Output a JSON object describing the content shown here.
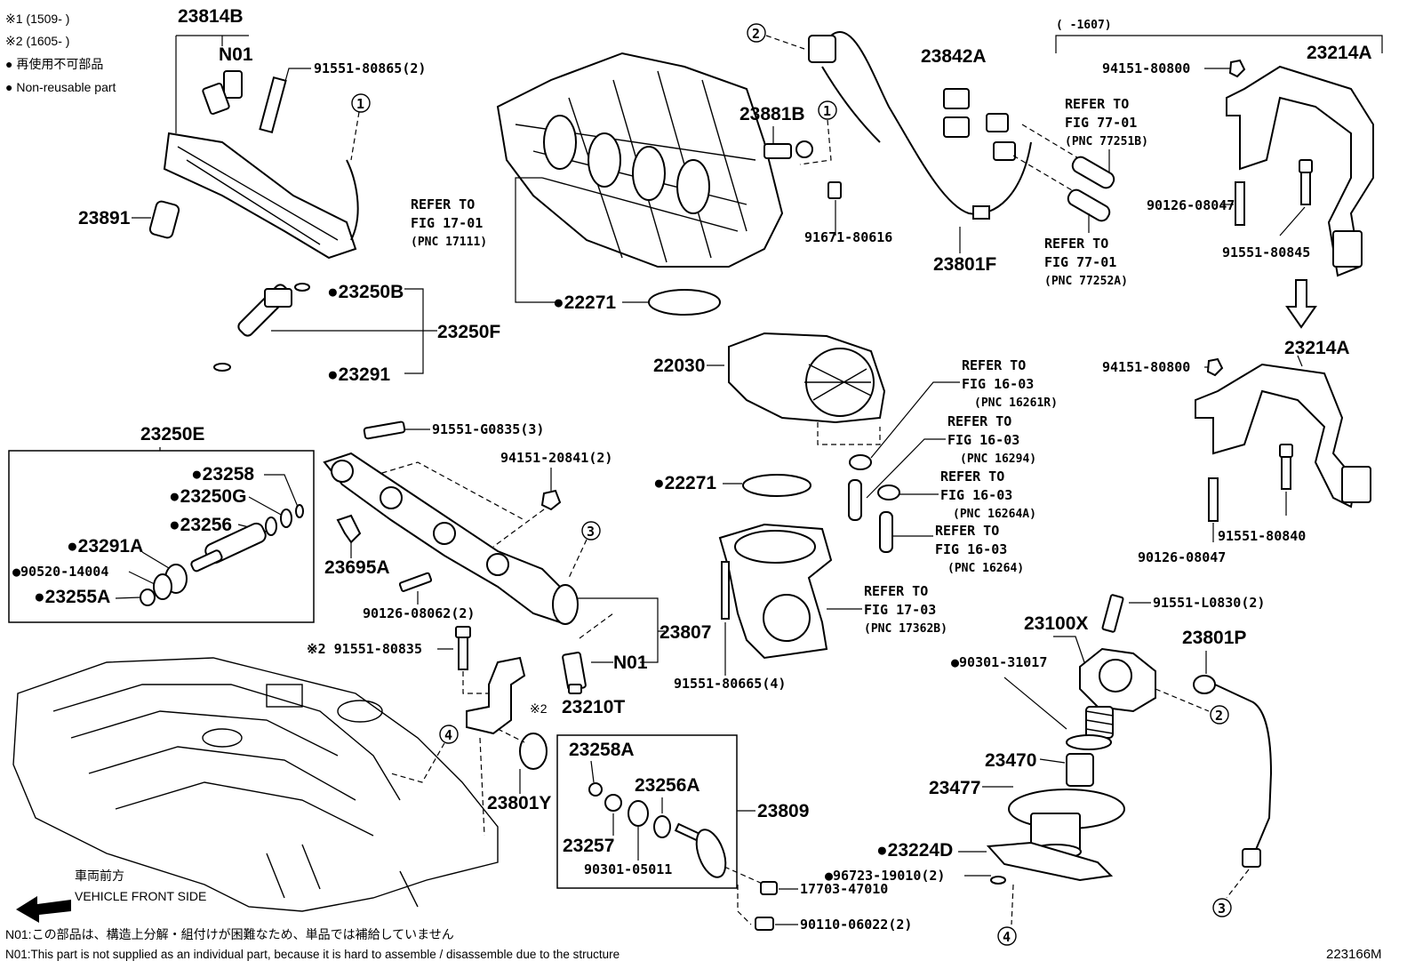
{
  "legend": {
    "mark1": "※1 (1509-       )",
    "mark2": "※2 (1605-       )",
    "nonreusable_jp": "● 再使用不可部品",
    "nonreusable_en": "● Non-reusable part"
  },
  "range_1607": "(      -1607)",
  "labels": {
    "p23814B": "23814B",
    "pN01a": "N01",
    "p91551_80865": "91551-80865(2)",
    "c1a": "1",
    "p23891": "23891",
    "p23250B": "●23250B",
    "p23250F": "23250F",
    "p23291": "●23291",
    "p22271a": "●22271",
    "c2a": "2",
    "p23842A": "23842A",
    "p23881B": "23881B",
    "c1b": "1",
    "p91671_80616": "91671-80616",
    "p23801F": "23801F",
    "p94151_80800a": "94151-80800",
    "p23214Aa": "23214A",
    "p90126_08047a": "90126-08047",
    "p91551_80845": "91551-80845",
    "p94151_80800b": "94151-80800",
    "p23214Ab": "23214A",
    "p22030": "22030",
    "p91551_80840": "91551-80840",
    "p90126_08047b": "90126-08047",
    "p23250E": "23250E",
    "p91551_G0835": "91551-G0835(3)",
    "p94151_20841": "94151-20841(2)",
    "p23258": "●23258",
    "p23250G": "●23250G",
    "p23256": "●23256",
    "p23291A": "●23291A",
    "p90520_14004": "●90520-14004",
    "p23255A": "●23255A",
    "p23695A": "23695A",
    "p90126_08062": "90126-08062(2)",
    "c3a": "3",
    "p22271b": "●22271",
    "p23807": "23807",
    "pN01b": "N01",
    "p91551_80835": "※2 91551-80835",
    "p23210T": "23210T",
    "mark2b": "※2",
    "c4a": "4",
    "p23801Y": "23801Y",
    "p91551_80665": "91551-80665(4)",
    "p91551_L0830": "91551-L0830(2)",
    "p23100X": "23100X",
    "p90301_31017": "●90301-31017",
    "p23801P": "23801P",
    "c2b": "2",
    "p23258A": "23258A",
    "p23256A": "23256A",
    "p23809": "23809",
    "p23257": "23257",
    "p90301_05011": "90301-05011",
    "p23470": "23470",
    "p23477": "23477",
    "p23224D": "●23224D",
    "p96723_19010": "●96723-19010(2)",
    "p17703_47010": "17703-47010",
    "p90110_06022": "90110-06022(2)",
    "c3b": "3",
    "c4b": "4"
  },
  "refs": [
    {
      "l1": "REFER TO",
      "l2": "FIG 17-01",
      "l3": "(PNC 17111)"
    },
    {
      "l1": "REFER TO",
      "l2": "FIG 77-01",
      "l3": "(PNC 77251B)"
    },
    {
      "l1": "REFER TO",
      "l2": "FIG 77-01",
      "l3": "(PNC 77252A)"
    },
    {
      "l1": "REFER TO",
      "l2": "FIG 16-03",
      "l3": "(PNC 16261R)"
    },
    {
      "l1": "REFER TO",
      "l2": "FIG 16-03",
      "l3": "(PNC 16294)"
    },
    {
      "l1": "REFER TO",
      "l2": "FIG 16-03",
      "l3": "(PNC 16264A)"
    },
    {
      "l1": "REFER TO",
      "l2": "FIG 16-03",
      "l3": "(PNC 16264)"
    },
    {
      "l1": "REFER TO",
      "l2": "FIG 17-03",
      "l3": "(PNC 17362B)"
    }
  ],
  "front": {
    "jp": "車両前方",
    "en": "VEHICLE FRONT SIDE"
  },
  "footer": {
    "n01_jp": "N01:この部品は、構造上分解・組付けが困難なため、単品では補給していません",
    "n01_en": "N01:This part is not supplied as an individual part, because it is hard to assemble / disassemble due to the structure",
    "fig_id": "223166M"
  }
}
